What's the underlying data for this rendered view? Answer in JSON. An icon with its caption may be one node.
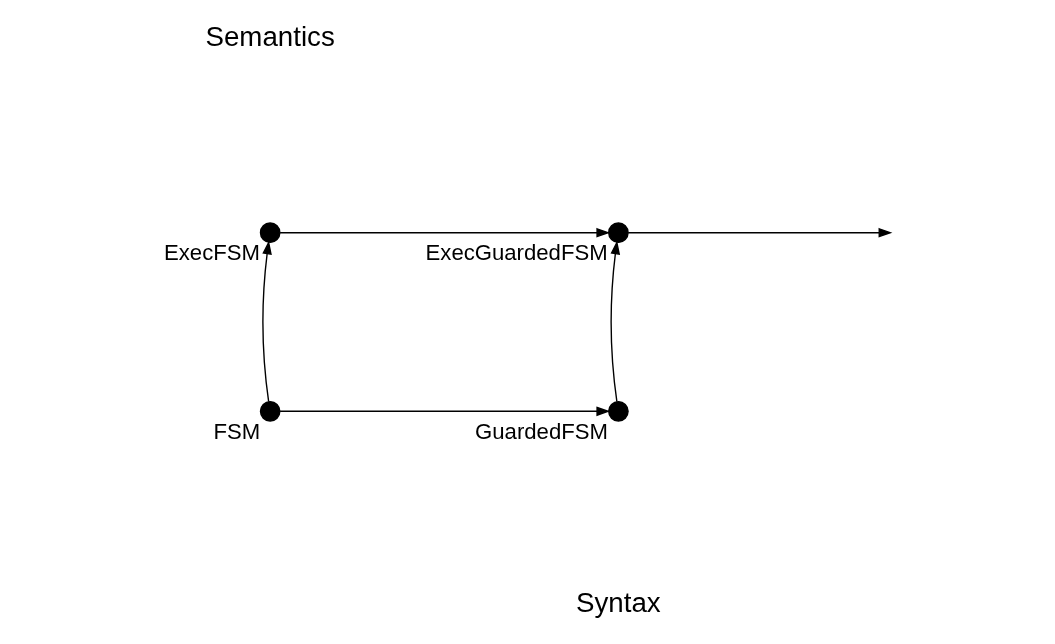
{
  "diagram": {
    "nodes": [
      {
        "text": [],
        "shape": "circle",
        "beside": [
          "ExecFSM"
        ]
      },
      {
        "text": [],
        "shape": "circle",
        "beside": [
          "ExecGuardedFSM"
        ]
      },
      {
        "text": [],
        "shape": "circle",
        "beside": [
          "FSM"
        ]
      },
      {
        "text": [],
        "shape": "circle",
        "beside": [
          "GuardedFSM"
        ]
      }
    ],
    "edges": [
      {
        "from": 0,
        "to": 1,
        "arrow": "to"
      },
      {
        "from": 2,
        "to": 3,
        "arrow": "to"
      },
      {
        "from": 2,
        "to": 0,
        "arrow": "to"
      },
      {
        "from": 3,
        "to": 1,
        "arrow": "to"
      },
      {
        "from": 1,
        "to": null,
        "arrow": "to"
      }
    ],
    "labels": [
      "Semantics",
      "Syntax"
    ]
  }
}
